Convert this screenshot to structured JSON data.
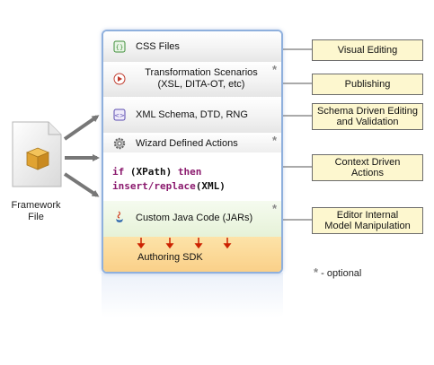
{
  "framework": {
    "label_line1": "Framework",
    "label_line2": "File",
    "icon": "box-document-icon"
  },
  "panel": {
    "rows": [
      {
        "label": "CSS Files",
        "icon": "css-icon"
      },
      {
        "label_line1": "Transformation Scenarios",
        "label_line2": "(XSL, DITA-OT, etc)",
        "icon": "play-icon",
        "optional": "*"
      },
      {
        "label": "XML Schema, DTD, RNG",
        "icon": "xml-schema-icon"
      },
      {
        "label": "Wizard Defined Actions",
        "icon": "gear-icon",
        "optional": "*"
      },
      {
        "label": "Custom Java Code (JARs)",
        "icon": "java-icon",
        "optional": "*"
      }
    ],
    "code": {
      "line1_kw1": "if",
      "line1_arg": "(XPath)",
      "line1_kw2": "then",
      "line2_kw": "insert/replace",
      "line2_arg": "(XML)"
    },
    "sdk_label": "Authoring SDK"
  },
  "callouts": [
    {
      "line1": "Visual Editing"
    },
    {
      "line1": "Publishing"
    },
    {
      "line1": "Schema Driven Editing",
      "line2": "and Validation"
    },
    {
      "line1": "Context Driven",
      "line2": "Actions"
    },
    {
      "line1": "Editor Internal",
      "line2": "Model Manipulation"
    }
  ],
  "legend": {
    "star": "*",
    "text": " - optional"
  },
  "colors": {
    "panel_border": "#8fb0dd",
    "callout_fill": "#fdf7cf",
    "sdk_fill": "#fad089",
    "keyword": "#8b1a6e",
    "arrow": "#666666",
    "sdk_arrow": "#cc2200"
  }
}
